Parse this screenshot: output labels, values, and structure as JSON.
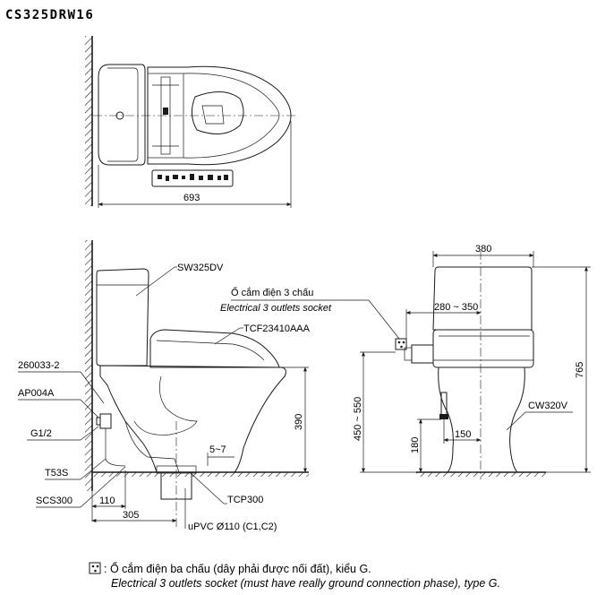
{
  "title": "CS325DRW16",
  "top_view": {
    "dim_width": "693"
  },
  "side_view": {
    "callouts": {
      "tank": "SW325DV",
      "seat": "TCF23410AAA",
      "part_260033": "260033-2",
      "valve": "AP004A",
      "thread": "G1/2",
      "hose": "T53S",
      "flange": "SCS300",
      "pipe_cap": "TCP300",
      "pipe": "uPVC Ø110 (C1,C2)"
    },
    "dims": {
      "height_seat": "390",
      "gap": "5~7",
      "offset_110": "110",
      "rough_in": "305"
    }
  },
  "front_view": {
    "socket_label_vi": "Ổ cắm điện 3 chấu",
    "socket_label_en": "Electrical 3 outlets socket",
    "callouts": {
      "bowl": "CW320V"
    },
    "dims": {
      "width": "380",
      "socket_offset": "280 ~ 350",
      "socket_height": "450 ~ 550",
      "valve_height": "180",
      "valve_offset": "150",
      "total_height": "765"
    }
  },
  "footnote": {
    "icon": "electrical-outlet-icon",
    "line_vi": ": Ổ cắm điện ba chấu (dây phải được nối đất), kiểu G.",
    "line_en": "Electrical 3 outlets socket (must have really ground connection phase), type G."
  }
}
